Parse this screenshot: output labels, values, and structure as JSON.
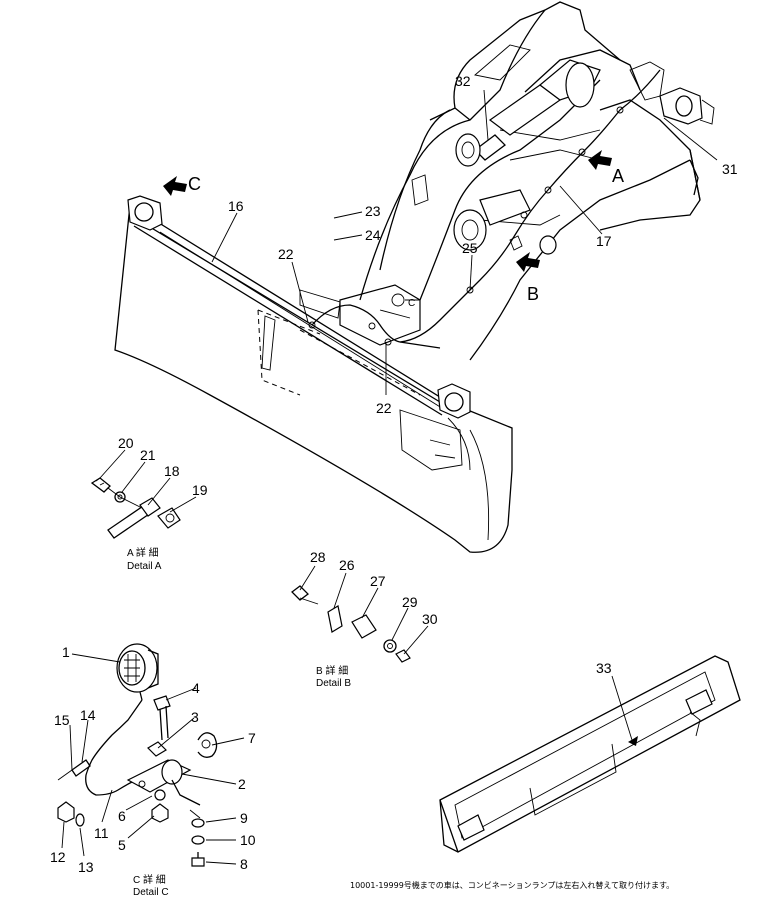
{
  "callouts": {
    "c1": "1",
    "c2": "2",
    "c3": "3",
    "c4": "4",
    "c5": "5",
    "c6": "6",
    "c7": "7",
    "c8": "8",
    "c9": "9",
    "c10": "10",
    "c11": "11",
    "c12": "12",
    "c13": "13",
    "c14": "14",
    "c15": "15",
    "c16": "16",
    "c17": "17",
    "c18": "18",
    "c19": "19",
    "c20": "20",
    "c21": "21",
    "c22a": "22",
    "c22b": "22",
    "c23": "23",
    "c24": "24",
    "c25": "25",
    "c26": "26",
    "c27": "27",
    "c28": "28",
    "c29": "29",
    "c30": "30",
    "c31": "31",
    "c32": "32",
    "c33": "33"
  },
  "view_arrows": {
    "a": "A",
    "b": "B",
    "c": "C"
  },
  "details": {
    "a": {
      "jp": "A 詳 細",
      "en": "Detail A"
    },
    "b": {
      "jp": "B 詳 細",
      "en": "Detail B"
    },
    "c": {
      "jp": "C 詳 細",
      "en": "Detail C"
    }
  },
  "footnote": "10001-19999号機までの車は、コンビネーションランプは左右入れ替えて取り付けます。"
}
